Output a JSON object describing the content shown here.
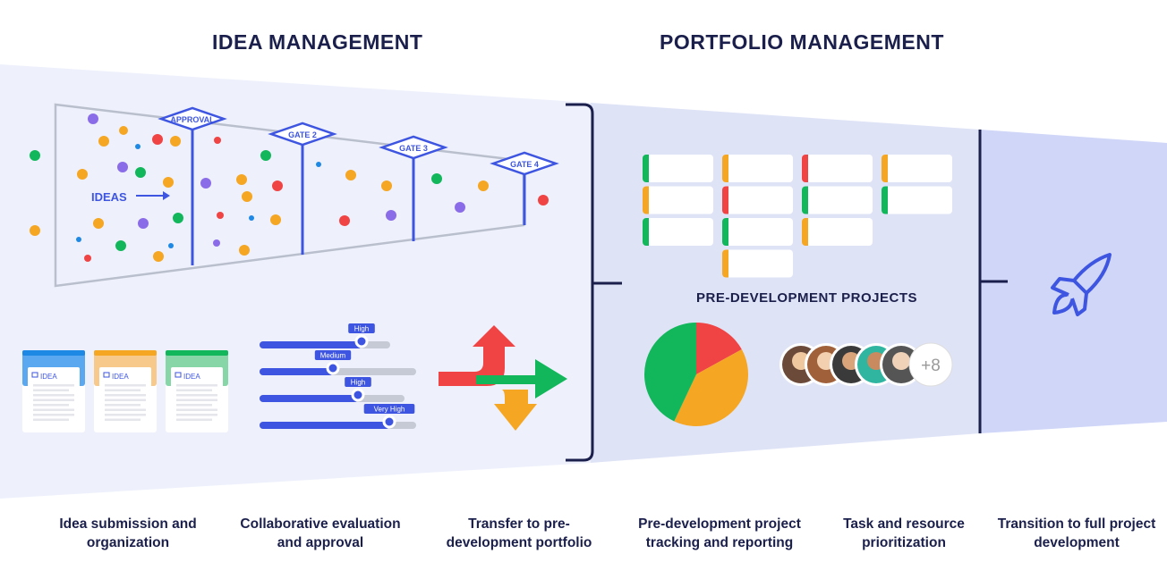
{
  "headings": {
    "idea": "IDEA MANAGEMENT",
    "portfolio": "PORTFOLIO MANAGEMENT"
  },
  "funnel": {
    "ideas_label": "IDEAS",
    "gates": [
      "APPROVAL",
      "GATE 2",
      "GATE 3",
      "GATE 4"
    ]
  },
  "idea_cards": [
    {
      "label": "IDEA",
      "color": "#1e88e5"
    },
    {
      "label": "IDEA",
      "color": "#f5a623"
    },
    {
      "label": "IDEA",
      "color": "#12b75c"
    }
  ],
  "sliders": [
    {
      "label": "High",
      "value": 0.65
    },
    {
      "label": "Medium",
      "value": 0.47
    },
    {
      "label": "High",
      "value": 0.63
    },
    {
      "label": "Very High",
      "value": 0.83
    }
  ],
  "projects_label": "PRE-DEVELOPMENT PROJECTS",
  "project_columns": [
    [
      "#12b75c",
      "#f5a623",
      "#12b75c"
    ],
    [
      "#f5a623",
      "#f04444",
      "#12b75c",
      "#f5a623"
    ],
    [
      "#f04444",
      "#12b75c",
      "#f5a623"
    ],
    [
      "#f5a623",
      "#12b75c"
    ]
  ],
  "chart_data": {
    "type": "pie",
    "values": [
      17,
      40,
      43
    ],
    "colors": [
      "#f04444",
      "#f5a623",
      "#12b75c"
    ]
  },
  "team": {
    "extra_count": "+8"
  },
  "captions": [
    "Idea submission and organization",
    "Collaborative evaluation and approval",
    "Transfer to pre-development portfolio",
    "Pre-development project tracking and reporting",
    "Task and resource prioritization",
    "Transition to full project development"
  ]
}
